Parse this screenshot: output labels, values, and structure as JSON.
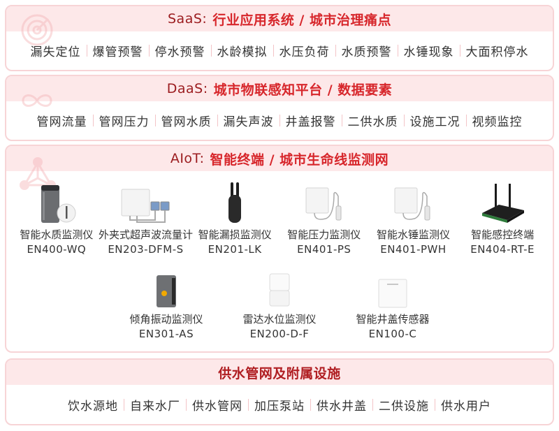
{
  "colors": {
    "border": "#f7d4d6",
    "header_bg": "#fde8e9",
    "title_dark_red": "#9b1b1e",
    "title_red": "#d7262b",
    "separator": "#f3c4c7",
    "text": "#333333"
  },
  "saas": {
    "prefix": "SaaS:",
    "title": "行业应用系统 / 城市治理痛点",
    "icon": "radar-icon",
    "items": [
      "漏失定位",
      "爆管预警",
      "停水预警",
      "水龄模拟",
      "水压负荷",
      "水质预警",
      "水锤现象",
      "大面积停水"
    ]
  },
  "daas": {
    "prefix": "DaaS:",
    "title": "城市物联感知平台 / 数据要素",
    "icon": "infinity-icon",
    "items": [
      "管网流量",
      "管网压力",
      "管网水质",
      "漏失声波",
      "井盖报警",
      "二供水质",
      "设施工况",
      "视频监控"
    ]
  },
  "aiot": {
    "prefix": "AIoT:",
    "title": "智能终端 / 城市生命线监测网",
    "icon": "network-triangle-icon",
    "devices_row1": [
      {
        "name": "智能水质监测仪",
        "model": "EN400-WQ",
        "icon": "water-quality-monitor-icon"
      },
      {
        "name": "外夹式超声波流量计",
        "model": "EN203-DFM-S",
        "icon": "ultrasonic-flowmeter-icon"
      },
      {
        "name": "智能漏损监测仪",
        "model": "EN201-LK",
        "icon": "leak-monitor-icon"
      },
      {
        "name": "智能压力监测仪",
        "model": "EN401-PS",
        "icon": "pressure-monitor-icon"
      },
      {
        "name": "智能水锤监测仪",
        "model": "EN401-PWH",
        "icon": "water-hammer-monitor-icon"
      },
      {
        "name": "智能感控终端",
        "model": "EN404-RT-E",
        "icon": "router-terminal-icon"
      }
    ],
    "devices_row2": [
      {
        "name": "倾角振动监测仪",
        "model": "EN301-AS",
        "icon": "tilt-vibration-monitor-icon"
      },
      {
        "name": "雷达水位监测仪",
        "model": "EN200-D-F",
        "icon": "radar-level-monitor-icon"
      },
      {
        "name": "智能井盖传感器",
        "model": "EN100-C",
        "icon": "manhole-sensor-icon"
      }
    ]
  },
  "infra": {
    "title": "供水管网及附属设施",
    "items": [
      "饮水源地",
      "自来水厂",
      "供水管网",
      "加压泵站",
      "供水井盖",
      "二供设施",
      "供水用户"
    ]
  }
}
